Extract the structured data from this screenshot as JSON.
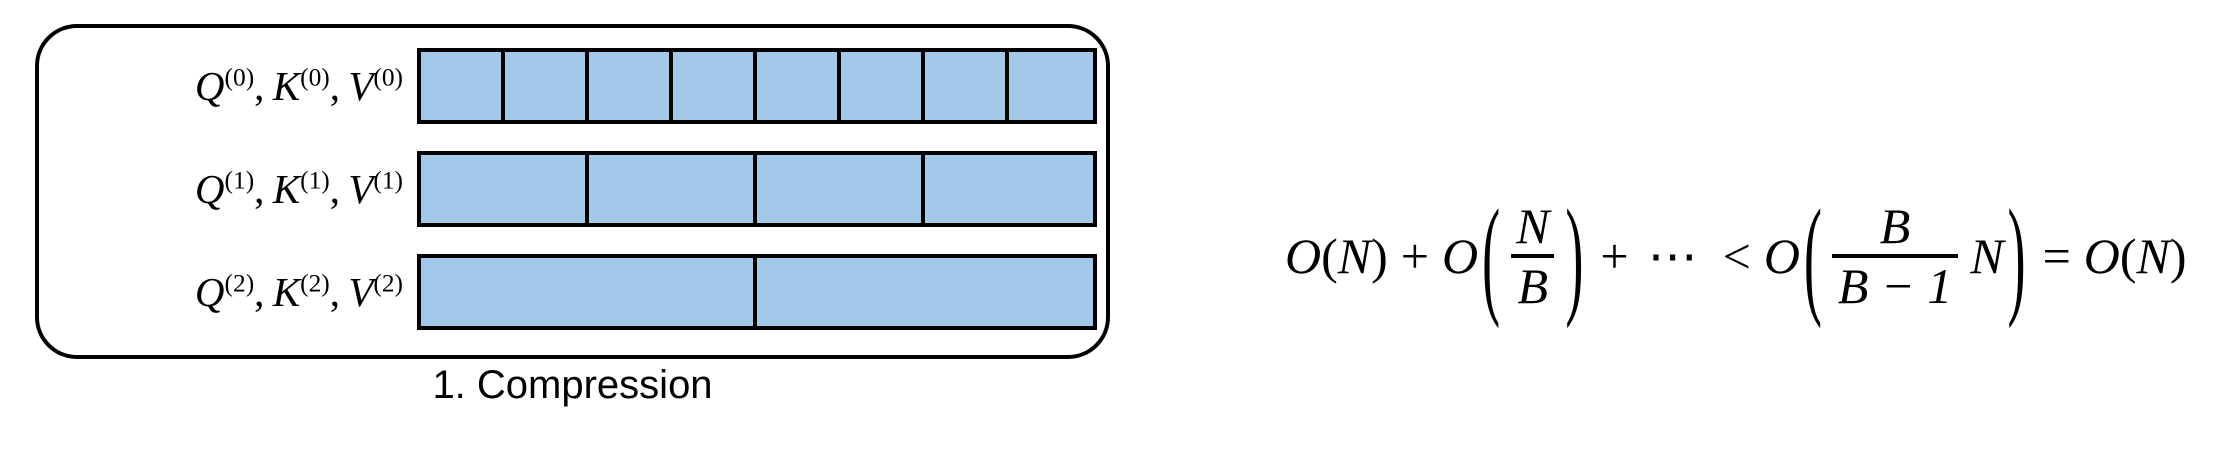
{
  "diagram": {
    "caption": "1. Compression",
    "box_fill_color": "#a4c8ea",
    "stroke_color": "#000000",
    "rows": [
      {
        "label_parts": {
          "q": "Q",
          "q_sup": "(0)",
          "k": "K",
          "k_sup": "(0)",
          "v": "V",
          "v_sup": "(0)"
        },
        "label_text": "Q(0), K(0), V(0)",
        "cell_count": 8
      },
      {
        "label_parts": {
          "q": "Q",
          "q_sup": "(1)",
          "k": "K",
          "k_sup": "(1)",
          "v": "V",
          "v_sup": "(1)"
        },
        "label_text": "Q(1), K(1), V(1)",
        "cell_count": 4
      },
      {
        "label_parts": {
          "q": "Q",
          "q_sup": "(2)",
          "k": "K",
          "k_sup": "(2)",
          "v": "V",
          "v_sup": "(2)"
        },
        "label_text": "Q(2), K(2), V(2)",
        "cell_count": 2
      }
    ]
  },
  "formula": {
    "plain_text": "O(N) + O(N/B) + ... < O( B/(B-1) N ) = O(N)",
    "tokens": {
      "o1": "O",
      "paren_open_1": "(",
      "n1": "N",
      "paren_close_1": ")",
      "plus1": "+",
      "o2": "O",
      "big_open_1": "(",
      "frac1_num": "N",
      "frac1_den": "B",
      "big_close_1": ")",
      "plus2": "+",
      "ellipsis": "⋯",
      "less_than": "<",
      "o3": "O",
      "big_open_2": "(",
      "frac2_num": "B",
      "frac2_den": "B − 1",
      "mult_n": "N",
      "big_close_2": ")",
      "equals": "=",
      "o4": "O",
      "paren_open_2": "(",
      "n2": "N",
      "paren_close_2": ")"
    }
  }
}
